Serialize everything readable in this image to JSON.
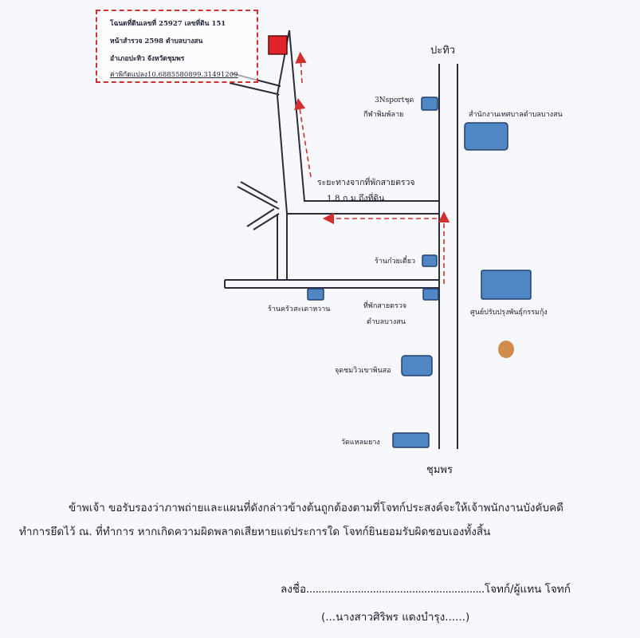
{
  "parcel": {
    "line1": "โฉนดที่ดินเลขที่ 25927  เลขที่ดิน 151",
    "line2": "หน้าสำรวจ 2598   ตำบลบางสน",
    "line3": "อำเภอปะทิว  จังหวัดชุมพร",
    "line4": "ค่าพิกัดแปลง10.6885580899.31491209"
  },
  "map_labels": {
    "north_town": "ปะทิว",
    "south_town": "ชุมพร",
    "sport_shop_line1": "3Nsportชุด",
    "sport_shop_line2": "กีฬาพิมพ์ลาย",
    "subdistrict_office": "สำนักงานเทศบาลตำบลบางสน",
    "distance_line1": "ระยะทางจากที่พักสายตรวจ",
    "distance_line2": "1.8 ก.ม.ถึงที่ดิน",
    "noodle_shop": "ร้านก๋วยเตี๋ยว",
    "restaurant": "ร้านครัวสะเดาหวาน",
    "police_post_line1": "ที่พักสายตรวจ",
    "police_post_line2": "ตำบลบางสน",
    "shrimp_center": "ศูนย์ปรับปรุงพันธุ์กรรมกุ้ง",
    "viewpoint": "จุดชมวิวเขาพินสอ",
    "temple": "วัดแหลมยาง"
  },
  "certification": {
    "line1": "ข้าพเจ้า ขอรับรองว่าภาพถ่ายและแผนที่ดังกล่าวข้างต้นถูกต้องตามที่โจทก์ประสงค์จะให้เจ้าพนักงานบังคับคดี",
    "line2": "ทำการยึดไว้ ณ. ที่ทำการ  หากเกิดความผิดพลาดเสียหายแต่ประการใด  โจทก์ยินยอมรับผิดชอบเองทั้งสิ้น",
    "sign_prefix": "ลงชื่อ",
    "sign_dots": "...........................................................",
    "sign_suffix": "โจทก์/ผู้แทน โจทก์",
    "name_line": "(...นางสาวศิริพร  แดงบำรุง......)"
  },
  "colors": {
    "road": "#2b2b3a",
    "landmark_fill": "#4f86c4",
    "landmark_stroke": "#23406e",
    "target_fill": "#e0242a",
    "route_arrow": "#d03030",
    "stain": "#c9782e"
  }
}
